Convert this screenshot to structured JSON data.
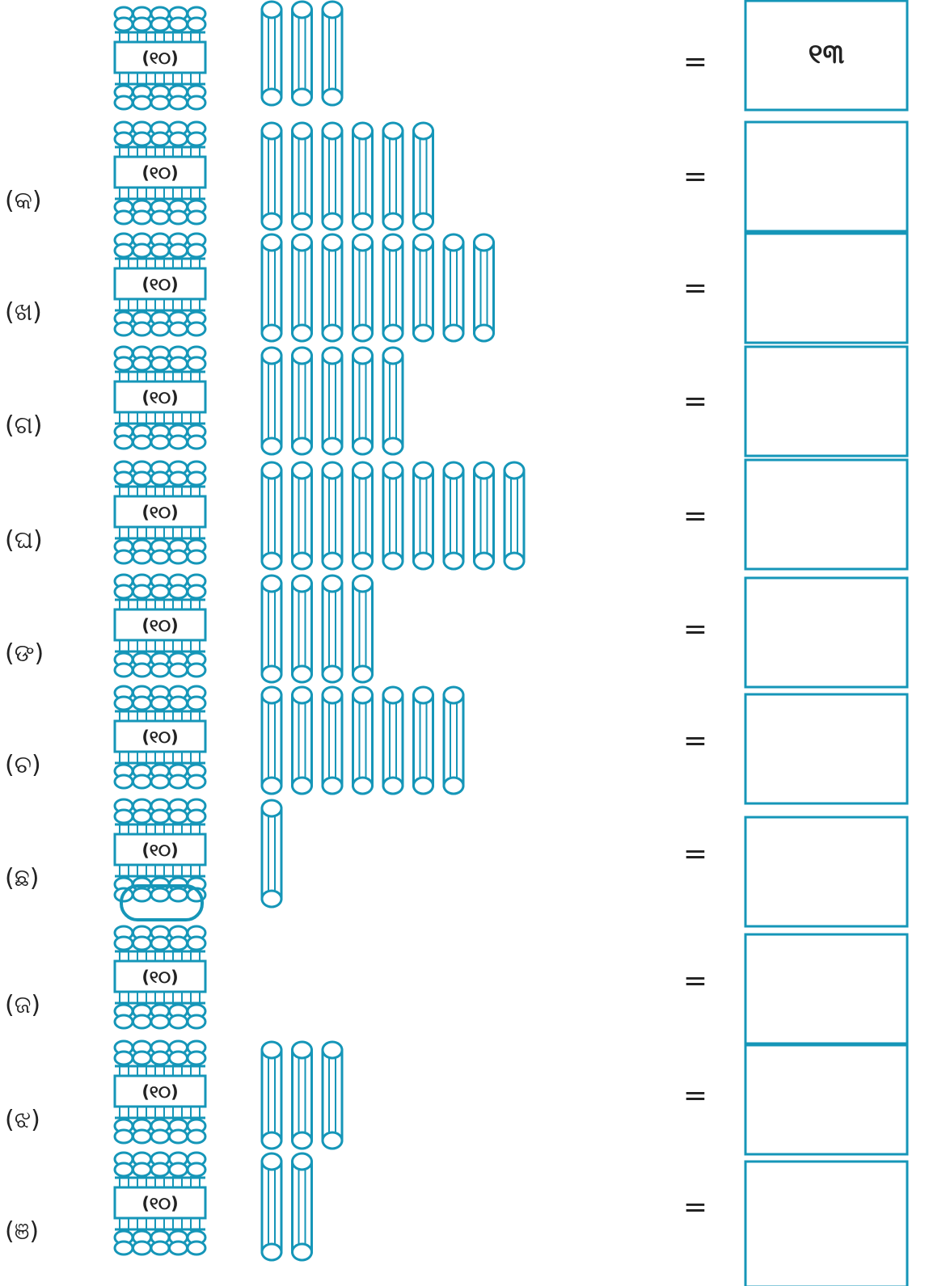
{
  "accent_color": "#1596b8",
  "bundle_label": "(୧୦)",
  "equals_sign": "=",
  "rows": [
    {
      "label": "",
      "sticks": 3,
      "answer": "୧୩"
    },
    {
      "label": "(କ)",
      "sticks": 6,
      "answer": ""
    },
    {
      "label": "(ଖ)",
      "sticks": 8,
      "answer": ""
    },
    {
      "label": "(ଗ)",
      "sticks": 5,
      "answer": ""
    },
    {
      "label": "(ଘ)",
      "sticks": 9,
      "answer": ""
    },
    {
      "label": "(ଙ)",
      "sticks": 4,
      "answer": ""
    },
    {
      "label": "(ଚ)",
      "sticks": 7,
      "answer": ""
    },
    {
      "label": "(ଛ)",
      "sticks": 1,
      "answer": ""
    },
    {
      "label": "(ଜ)",
      "sticks": 0,
      "answer": ""
    },
    {
      "label": "(ଝ)",
      "sticks": 3,
      "answer": ""
    },
    {
      "label": "(ଞ)",
      "sticks": 2,
      "answer": ""
    }
  ]
}
